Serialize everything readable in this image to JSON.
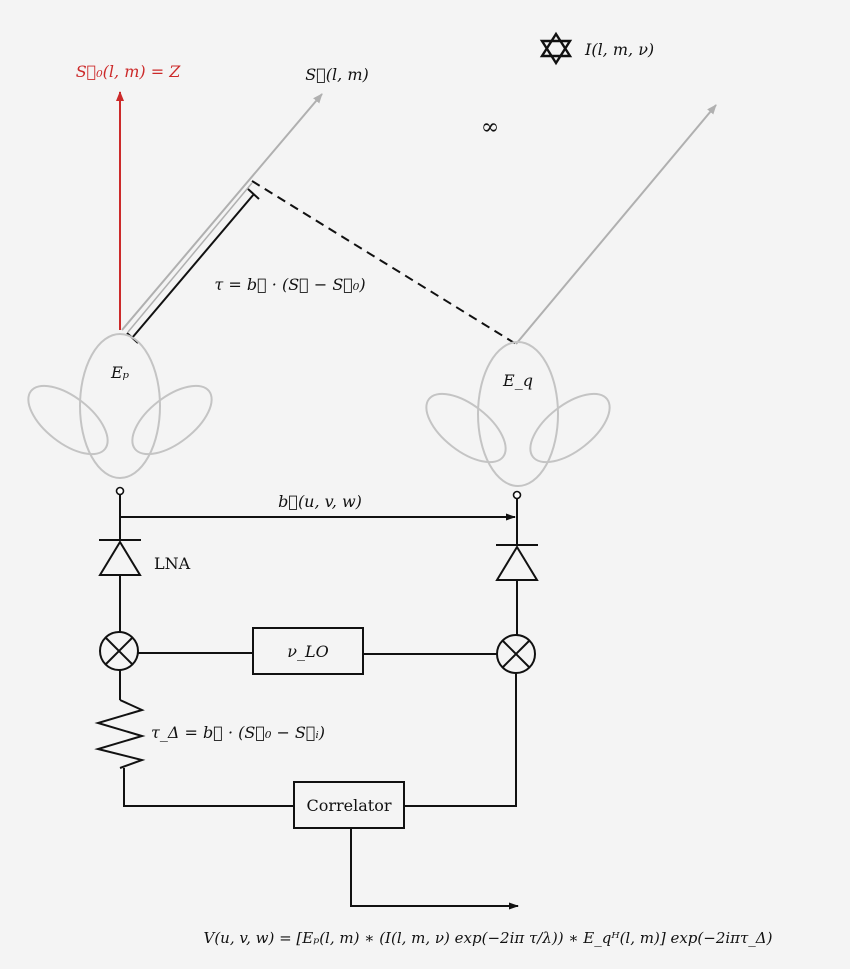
{
  "labels": {
    "s0_vector": "S⃗₀(l, m) = Z",
    "s_vector": "S⃗(l, m)",
    "source_intensity": "I(l, m, ν)",
    "infinity": "∞",
    "tau_delay": "τ = b⃗ · (S⃗ − S⃗₀)",
    "ep": "Eₚ",
    "eq": "E_q",
    "baseline": "b⃗(u, v, w)",
    "lna": "LNA",
    "nu_lo": "ν_LO",
    "tau_delta": "τ_Δ = b⃗ · (S⃗₀ − S⃗ᵢ)",
    "correlator": "Correlator",
    "visibility_equation": "V(u, v, w) = [Eₚ(l, m) ∗ (I(l, m, ν) exp(−2iπ τ/λ)) ∗ E_qᴴ(l, m)] exp(−2iπτ_Δ)"
  },
  "colors": {
    "background": "#f4f4f4",
    "signal_red": "#cc2a2a",
    "beam_gray": "#c4c4c4",
    "ray_gray": "#b0b0b0",
    "ink": "#111111"
  },
  "icons": {
    "source": "star-of-david-icon",
    "mixer": "mixer-circle-cross-icon",
    "amplifier": "lna-triangle-icon",
    "delay": "zigzag-delay-icon"
  }
}
